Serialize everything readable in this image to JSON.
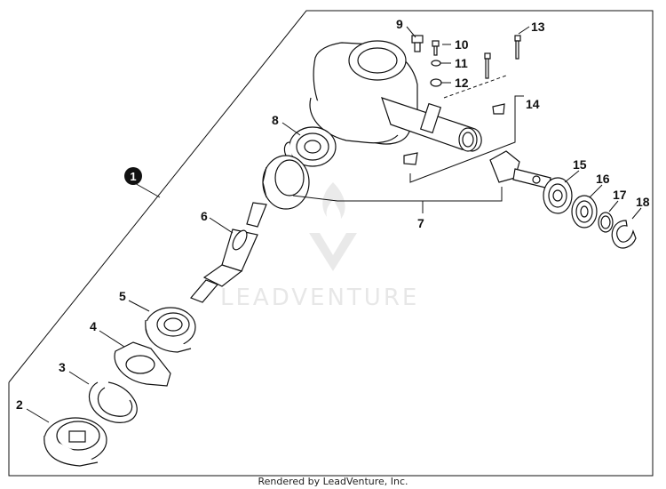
{
  "diagram": {
    "assembly_label": "1",
    "parts": [
      {
        "id": "p2",
        "label": "2"
      },
      {
        "id": "p3",
        "label": "3"
      },
      {
        "id": "p4",
        "label": "4"
      },
      {
        "id": "p5",
        "label": "5"
      },
      {
        "id": "p6",
        "label": "6"
      },
      {
        "id": "p7",
        "label": "7"
      },
      {
        "id": "p8",
        "label": "8"
      },
      {
        "id": "p9",
        "label": "9"
      },
      {
        "id": "p10",
        "label": "10"
      },
      {
        "id": "p11",
        "label": "11"
      },
      {
        "id": "p12",
        "label": "12"
      },
      {
        "id": "p13",
        "label": "13"
      },
      {
        "id": "p14",
        "label": "14"
      },
      {
        "id": "p15",
        "label": "15"
      },
      {
        "id": "p16",
        "label": "16"
      },
      {
        "id": "p17",
        "label": "17"
      },
      {
        "id": "p18",
        "label": "18"
      }
    ],
    "watermark": "LEADVENTURE",
    "footer": "Rendered by LeadVenture, Inc."
  }
}
